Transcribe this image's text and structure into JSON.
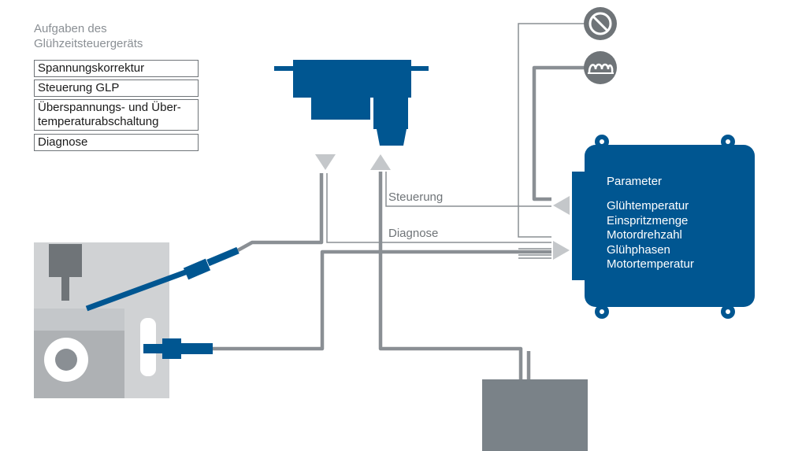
{
  "tasks": {
    "title_line1": "Aufgaben des",
    "title_line2": "Glühzeitsteuergeräts",
    "items": [
      {
        "line1": "Spannungskorrektur"
      },
      {
        "line1": "Steuerung GLP"
      },
      {
        "line1": "Überspannungs- und Über-",
        "line2": "temperaturabschaltung"
      },
      {
        "line1": "Diagnose"
      }
    ]
  },
  "lines": {
    "control_label": "Steuerung",
    "diagnosis_label": "Diagnose"
  },
  "ecu": {
    "title": "Parameter",
    "params": [
      "Glühtemperatur",
      "Einspritzmenge",
      "Motordrehzahl",
      "Glühphasen",
      "Motortemperatur"
    ]
  },
  "icons": {
    "top": "no-glow-symbol-icon",
    "second": "glow-coil-symbol-icon"
  },
  "colors": {
    "brand_blue": "#005691",
    "wire_gray": "#8a8f94",
    "engine_gray": "#d0d2d4",
    "battery_gray": "#7a8288",
    "arrow_gray": "#c4c7ca"
  }
}
